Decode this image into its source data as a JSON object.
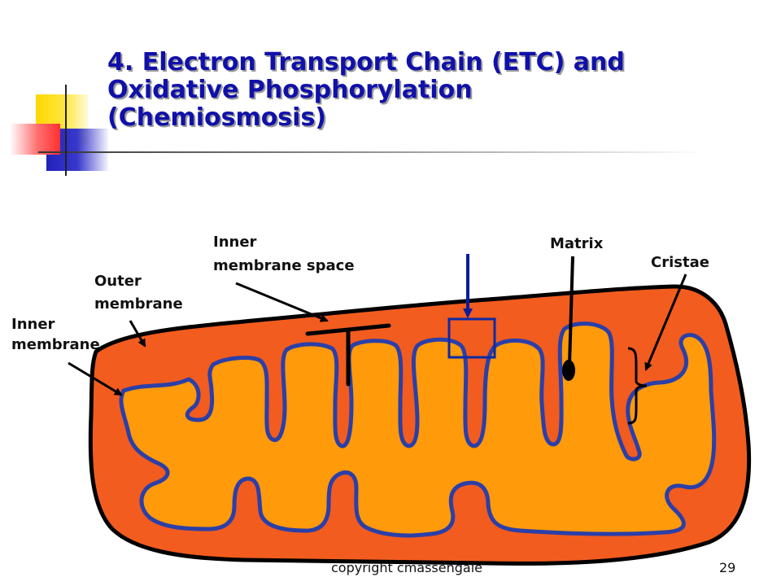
{
  "title": {
    "line1": "4.  Electron Transport Chain (ETC) and",
    "line2": " Oxidative Phosphorylation",
    "line3": "(Chemiosmosis)"
  },
  "labels": {
    "inner_membrane_l1": "Inner",
    "inner_membrane_l2": "membrane",
    "outer_membrane_l1": "Outer",
    "outer_membrane_l2": "membrane",
    "inner_membrane_space_l1": "Inner",
    "inner_membrane_space_l2": "membrane space",
    "matrix": "Matrix",
    "cristae": "Cristae"
  },
  "footer": {
    "copyright": "copyright cmassengale",
    "page_number": "29"
  },
  "colors": {
    "title": "#1010aa",
    "outer_fill": "#f25c1e",
    "inner_fill": "#ff9a0a",
    "membrane_stroke": "#2b3fa8",
    "outline": "#000000",
    "pointer_arrow": "#0a1c9c",
    "highlight_box": "#0d2aa6"
  }
}
